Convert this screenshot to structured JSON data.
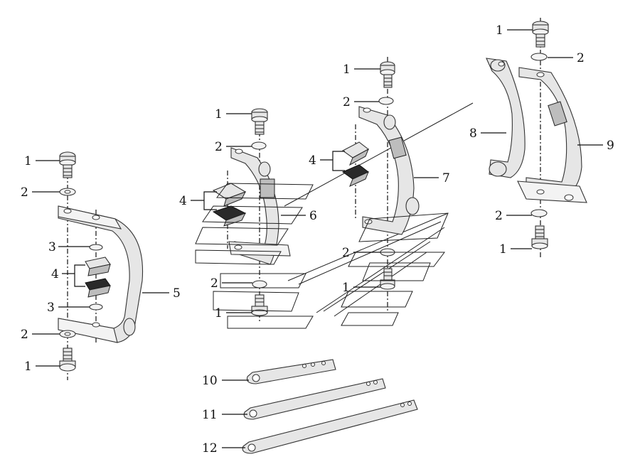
{
  "diagram": {
    "type": "exploded-parts-view",
    "callouts": [
      {
        "id": "c1-left-top",
        "label": "1"
      },
      {
        "id": "c2-left-top",
        "label": "2"
      },
      {
        "id": "c3-left-top",
        "label": "3"
      },
      {
        "id": "c4-left",
        "label": "4"
      },
      {
        "id": "c3-left-bottom",
        "label": "3"
      },
      {
        "id": "c2-left-bottom",
        "label": "2"
      },
      {
        "id": "c1-left-bottom",
        "label": "1"
      },
      {
        "id": "c5",
        "label": "5"
      },
      {
        "id": "c1-mid-top",
        "label": "1"
      },
      {
        "id": "c2-mid-top",
        "label": "2"
      },
      {
        "id": "c4-mid",
        "label": "4"
      },
      {
        "id": "c6",
        "label": "6"
      },
      {
        "id": "c2-mid-bottom",
        "label": "2"
      },
      {
        "id": "c1-mid-bottom",
        "label": "1"
      },
      {
        "id": "c1-center-top",
        "label": "1"
      },
      {
        "id": "c2-center-top",
        "label": "2"
      },
      {
        "id": "c4-center",
        "label": "4"
      },
      {
        "id": "c7",
        "label": "7"
      },
      {
        "id": "c2-center-bottom",
        "label": "2"
      },
      {
        "id": "c1-center-bottom",
        "label": "1"
      },
      {
        "id": "c1-right-top",
        "label": "1"
      },
      {
        "id": "c2-right-top",
        "label": "2"
      },
      {
        "id": "c8",
        "label": "8"
      },
      {
        "id": "c9",
        "label": "9"
      },
      {
        "id": "c2-right-bottom",
        "label": "2"
      },
      {
        "id": "c1-right-bottom",
        "label": "1"
      },
      {
        "id": "c10",
        "label": "10"
      },
      {
        "id": "c11",
        "label": "11"
      },
      {
        "id": "c12",
        "label": "12"
      }
    ]
  }
}
